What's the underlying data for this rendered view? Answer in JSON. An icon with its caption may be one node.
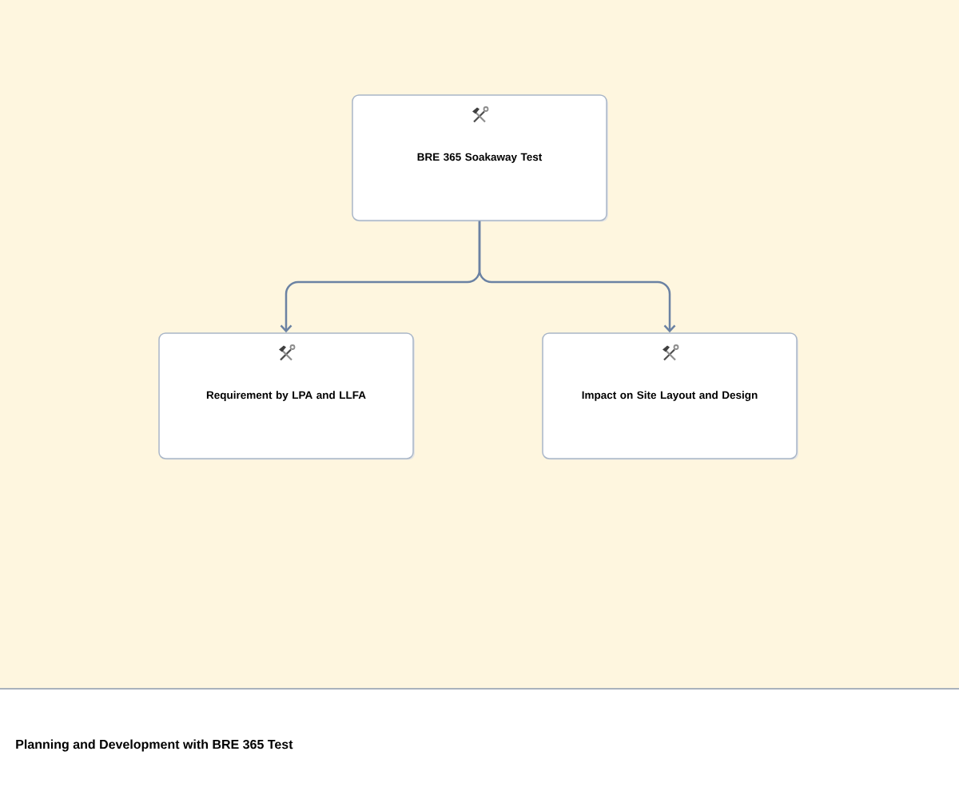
{
  "diagram": {
    "caption": "Planning and Development with BRE 365 Test",
    "nodes": [
      {
        "text": [
          "BRE 365 Soakaway Test"
        ]
      },
      {
        "text": [
          "Requirement by LPA and LLFA"
        ]
      },
      {
        "text": [
          "Impact on Site Layout and Design"
        ]
      }
    ],
    "edges": [
      {
        "from": 0,
        "to": 1,
        "arrow": "to"
      },
      {
        "from": 0,
        "to": 2,
        "arrow": "to"
      }
    ]
  }
}
